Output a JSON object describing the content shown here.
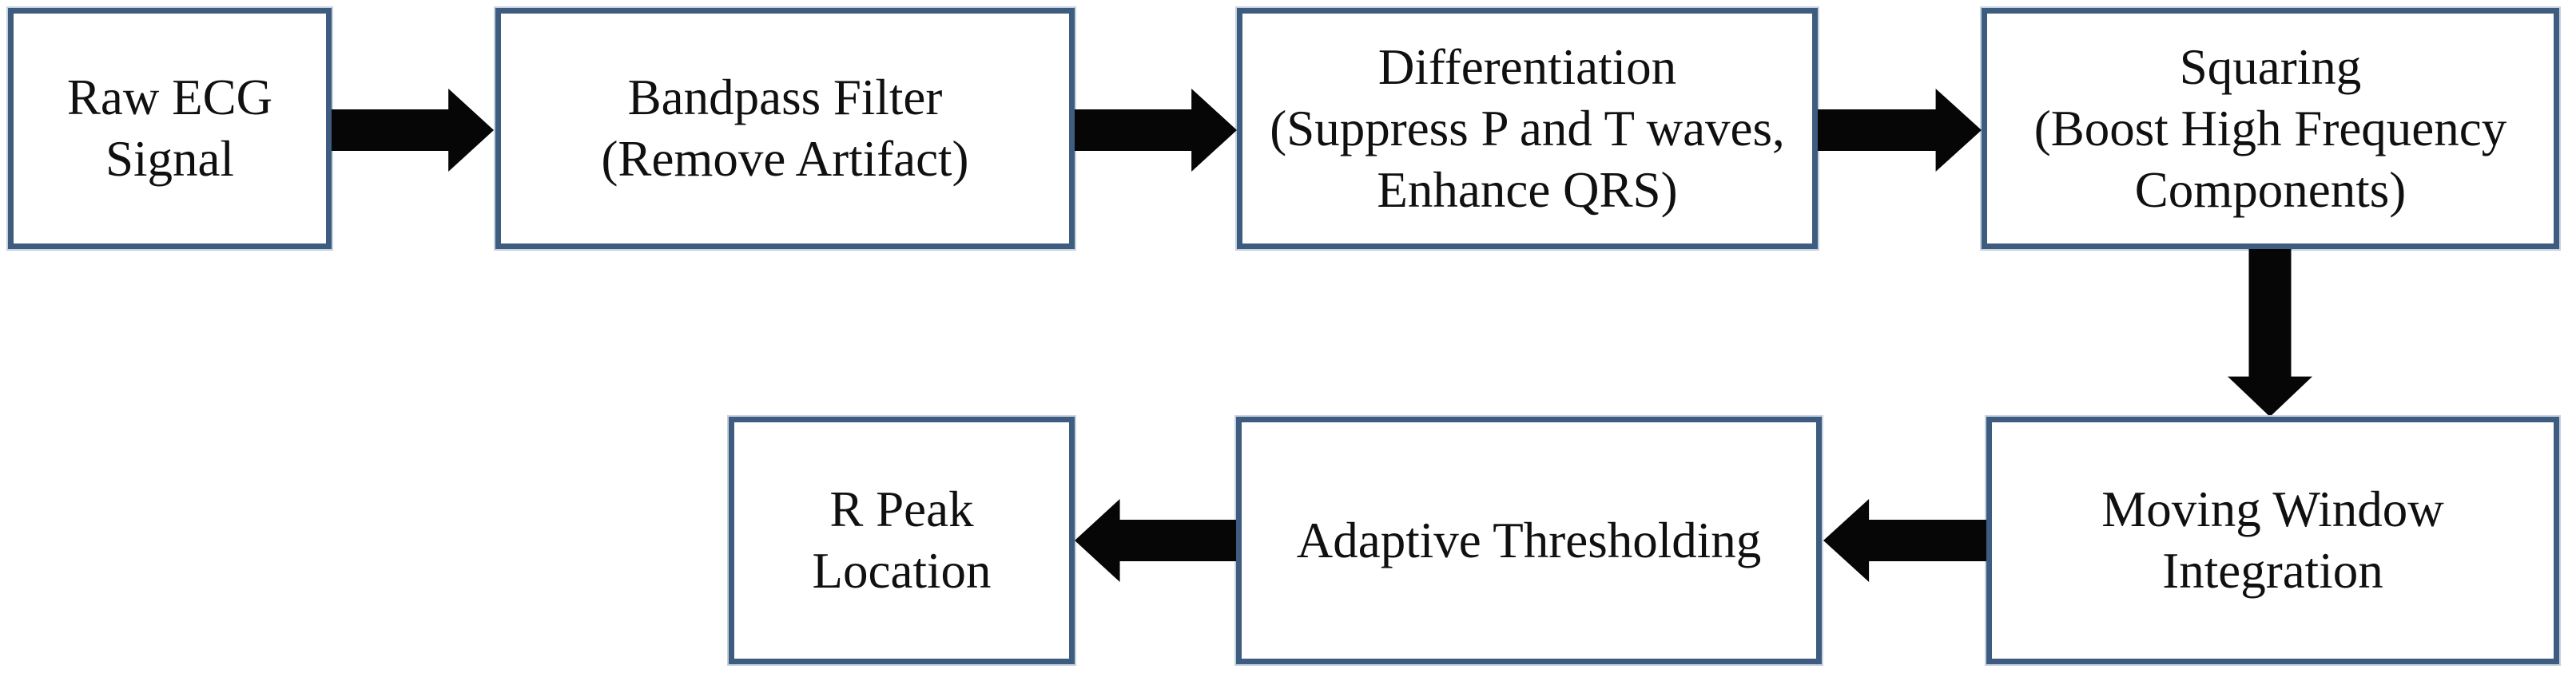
{
  "diagram": {
    "type": "flowchart",
    "subject": "ECG R-peak detection processing pipeline",
    "colors": {
      "background": "#ffffff",
      "box_border": "#3d5c80",
      "box_fill": "#ffffff",
      "arrow": "#060606",
      "text": "#101010"
    },
    "boxes": [
      {
        "id": "raw-ecg-signal",
        "lines": [
          "Raw ECG",
          "Signal"
        ]
      },
      {
        "id": "bandpass-filter",
        "lines": [
          "Bandpass Filter",
          "(Remove Artifact)"
        ]
      },
      {
        "id": "differentiation",
        "lines": [
          "Differentiation",
          "(Suppress P and T waves,",
          "Enhance QRS)"
        ]
      },
      {
        "id": "squaring",
        "lines": [
          "Squaring",
          "(Boost High Frequency",
          "Components)"
        ]
      },
      {
        "id": "moving-window-integration",
        "lines": [
          "Moving Window",
          "Integration"
        ]
      },
      {
        "id": "adaptive-thresholding",
        "lines": [
          "Adaptive Thresholding"
        ]
      },
      {
        "id": "r-peak-location",
        "lines": [
          "R Peak",
          "Location"
        ]
      }
    ],
    "arrows": [
      {
        "name": "arrow-raw-to-bandpass",
        "from": "raw-ecg-signal",
        "to": "bandpass-filter",
        "direction": "right"
      },
      {
        "name": "arrow-bandpass-to-differentiation",
        "from": "bandpass-filter",
        "to": "differentiation",
        "direction": "right"
      },
      {
        "name": "arrow-differentiation-to-squaring",
        "from": "differentiation",
        "to": "squaring",
        "direction": "right"
      },
      {
        "name": "arrow-squaring-to-moving-window",
        "from": "squaring",
        "to": "moving-window-integration",
        "direction": "down"
      },
      {
        "name": "arrow-moving-window-to-adaptive",
        "from": "moving-window-integration",
        "to": "adaptive-thresholding",
        "direction": "left"
      },
      {
        "name": "arrow-adaptive-to-r-peak",
        "from": "adaptive-thresholding",
        "to": "r-peak-location",
        "direction": "left"
      }
    ]
  }
}
